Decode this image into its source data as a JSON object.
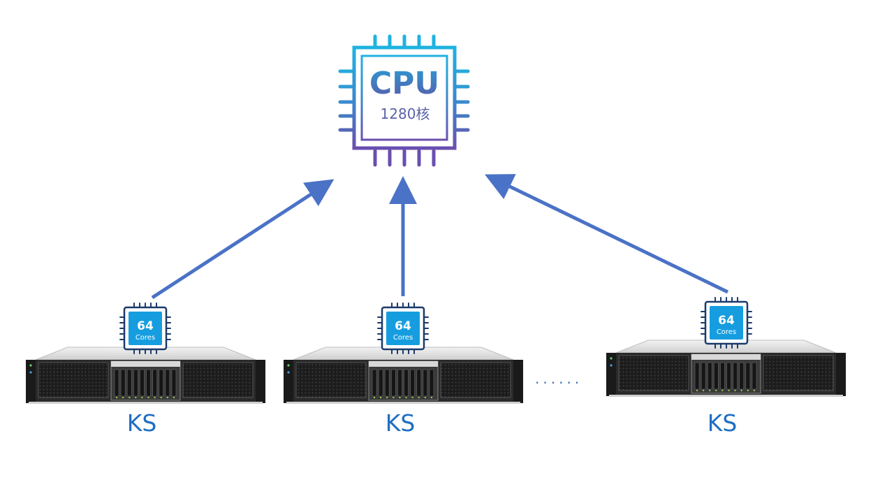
{
  "cpu": {
    "title": "CPU",
    "cores": "1280核"
  },
  "servers": [
    {
      "label": "KS",
      "chip_count": "64",
      "chip_unit": "Cores"
    },
    {
      "label": "KS",
      "chip_count": "64",
      "chip_unit": "Cores"
    },
    {
      "label": "KS",
      "chip_count": "64",
      "chip_unit": "Cores"
    }
  ],
  "ellipsis": "......",
  "colors": {
    "arrow": "#4a72c6",
    "label": "#1f6ec2",
    "chip_fill": "#169de0",
    "chip_border": "#1b3a6b",
    "cpu_gradient_top": "#1fb3e0",
    "cpu_gradient_bottom": "#6a4fb0"
  }
}
